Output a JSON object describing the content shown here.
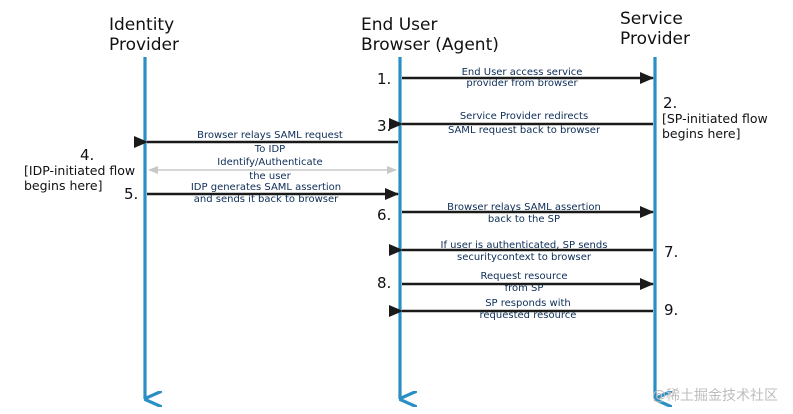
{
  "lanes": {
    "idp": [
      "Identity",
      "Provider"
    ],
    "browser": [
      "End User",
      "Browser (Agent)"
    ],
    "sp": [
      "Service",
      "Provider"
    ]
  },
  "steps": [
    {
      "num": "1.",
      "lines": [
        "End User access service",
        "provider from browser"
      ]
    },
    {
      "num": "3.",
      "lines": [
        "Service Provider redirects",
        "SAML request back to browser"
      ]
    },
    {
      "num": "",
      "lines": [
        "Browser relays SAML request",
        "To IDP"
      ]
    },
    {
      "num": "",
      "lines": [
        "Identify/Authenticate",
        "the user"
      ]
    },
    {
      "num": "5.",
      "lines": [
        "IDP generates SAML assertion",
        "and sends it back to browser"
      ]
    },
    {
      "num": "6.",
      "lines": [
        "Browser relays SAML assertion",
        "back to the SP"
      ]
    },
    {
      "num": "7.",
      "lines": [
        "If user is authenticated, SP sends",
        "securitycontext to browser"
      ]
    },
    {
      "num": "8.",
      "lines": [
        "Request resource",
        "from SP"
      ]
    },
    {
      "num": "9.",
      "lines": [
        "SP responds with",
        "requested resource"
      ]
    }
  ],
  "notes": {
    "sp_initiated": {
      "num": "2.",
      "lines": [
        "[SP-initiated flow",
        "begins here]"
      ]
    },
    "idp_initiated": {
      "num": "4.",
      "lines": [
        "[IDP-initiated flow",
        "begins here]"
      ]
    }
  },
  "watermark": "@稀土掘金技术社区",
  "colors": {
    "lifeline": "#2a8fc4",
    "arrow": "#1a1a1a",
    "auth_arrow": "#c8c8c8",
    "message_text": "#0d2d57"
  }
}
